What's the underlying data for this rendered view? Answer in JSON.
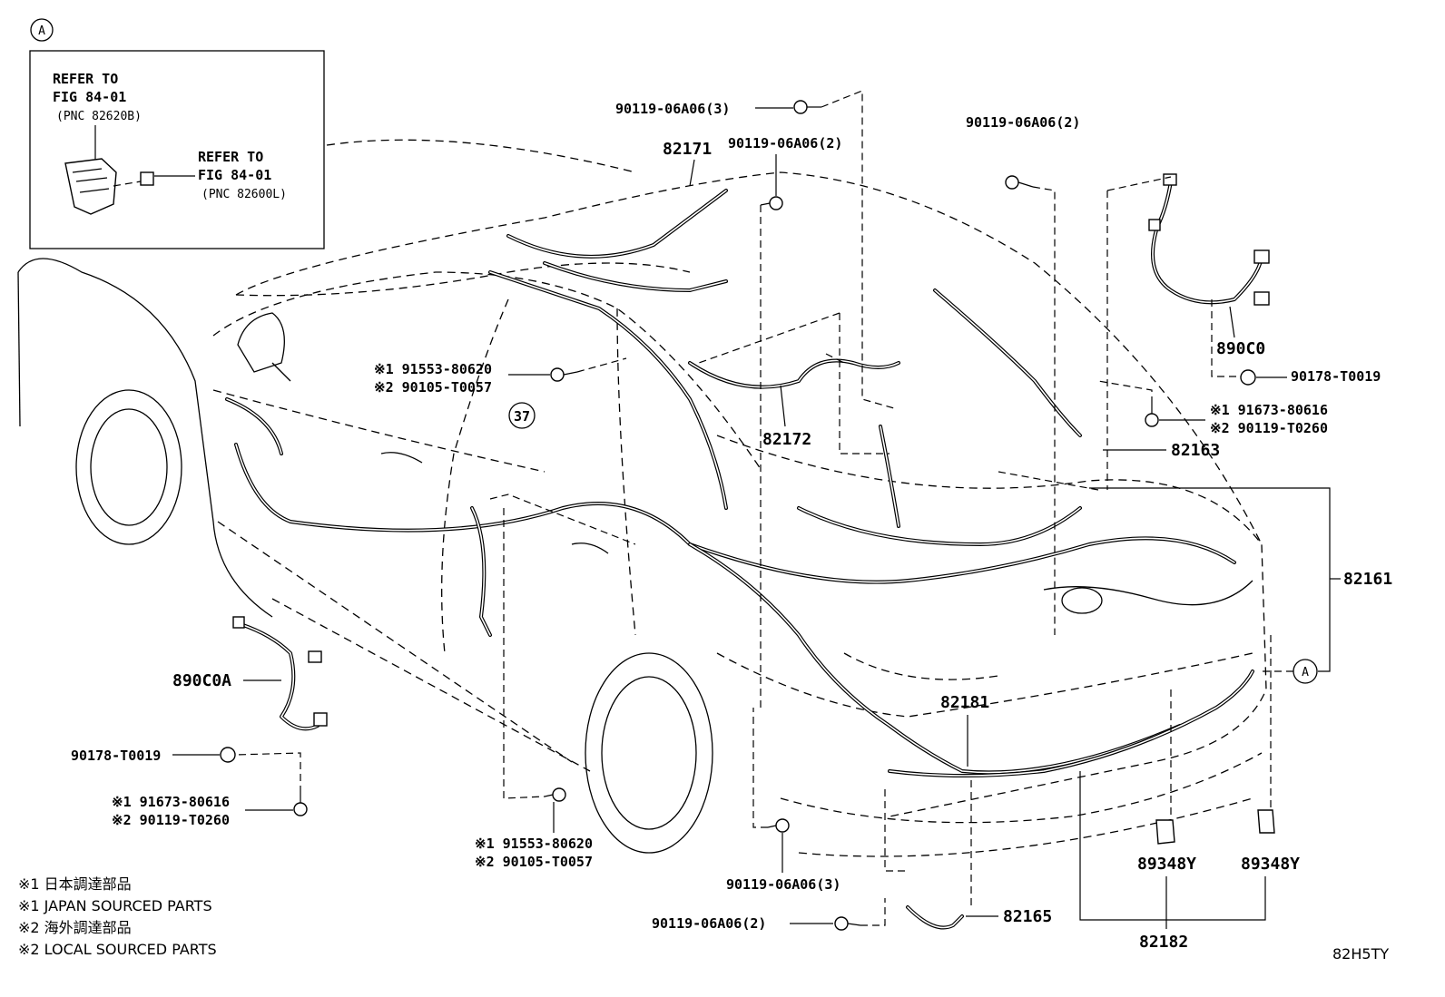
{
  "inset": {
    "marker": "A",
    "refer1": {
      "line1": "REFER TO",
      "line2": "FIG 84-01",
      "pnc": "(PNC 82620B)"
    },
    "refer2": {
      "line1": "REFER TO",
      "line2": "FIG 84-01",
      "pnc": "(PNC 82600L)"
    }
  },
  "labels": {
    "p82171": "82171",
    "p82172": "82172",
    "p82163": "82163",
    "p82161": "82161",
    "p82181": "82181",
    "p82165": "82165",
    "p82182": "82182",
    "p890C0": "890C0",
    "p890C0A": "890C0A",
    "p89348Y_1": "89348Y",
    "p89348Y_2": "89348Y",
    "ref37": "37",
    "refA": "A",
    "bolt_top_3": "90119-06A06(3)",
    "bolt_top_2": "90119-06A06(2)",
    "bolt_right_2": "90119-06A06(2)",
    "bolt_bot_3": "90119-06A06(3)",
    "bolt_bot_2": "90119-06A06(2)",
    "clip_right": "90178-T0019",
    "clip_left": "90178-T0019",
    "screw_mid_1": "※1 91553-80620",
    "screw_mid_2": "※2 90105-T0057",
    "screw_low_1": "※1 91553-80620",
    "screw_low_2": "※2 90105-T0057",
    "bolt_rt_1": "※1 91673-80616",
    "bolt_rt_2": "※2 90119-T0260",
    "bolt_lt_1": "※1 91673-80616",
    "bolt_lt_2": "※2 90119-T0260"
  },
  "notes": [
    "※1 日本調達部品",
    "※1 JAPAN SOURCED PARTS",
    "※2 海外調達部品",
    "※2 LOCAL SOURCED PARTS"
  ],
  "figure_code": "82H5TY"
}
